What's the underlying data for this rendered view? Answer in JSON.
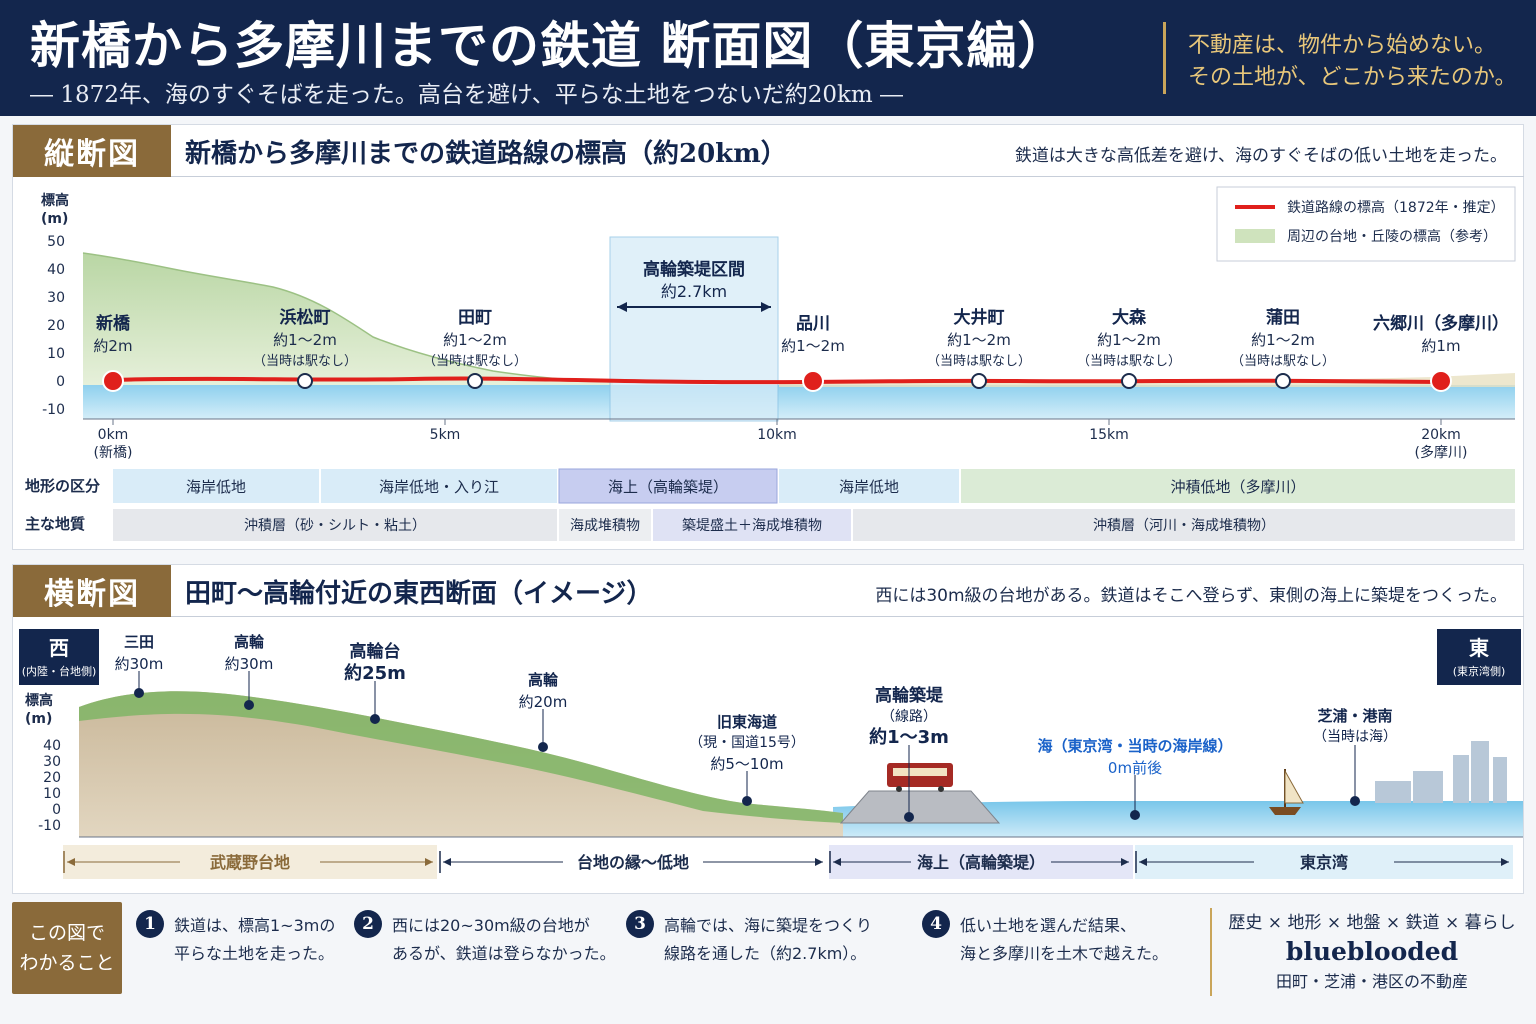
{
  "header": {
    "title": "新橋から多摩川までの鉄道 断面図（東京編）",
    "subtitle": "― 1872年、海のすぐそばを走った。高台を避け、平らな土地をつないだ約20km ―",
    "slogan_1": "不動産は、物件から始めない。",
    "slogan_2": "その土地が、どこから来たのか。"
  },
  "profile": {
    "tag": "縦断図",
    "title": "新橋から多摩川までの鉄道路線の標高（約20km）",
    "note": "鉄道は大きな高低差を避け、海のすぐそばの低い土地を走った。",
    "y_axis_label_1": "標高",
    "y_axis_label_2": "(m)",
    "y_ticks": [
      "50",
      "40",
      "30",
      "20",
      "10",
      "0",
      "-10"
    ],
    "x_ticks": [
      {
        "label": "0km",
        "sub": "(新橋)",
        "km": 0
      },
      {
        "label": "5km",
        "sub": "",
        "km": 5
      },
      {
        "label": "10km",
        "sub": "",
        "km": 10
      },
      {
        "label": "15km",
        "sub": "",
        "km": 15
      },
      {
        "label": "20km",
        "sub": "(多摩川)",
        "km": 20
      }
    ],
    "legend": {
      "line": "鉄道路線の標高（1872年・推定）",
      "area": "周辺の台地・丘陵の標高（参考）"
    },
    "embankment": {
      "title": "高輪築堤区間",
      "length": "約2.7km"
    },
    "stations": [
      {
        "name": "新橋",
        "elev": "約2m",
        "note": "",
        "major": true
      },
      {
        "name": "浜松町",
        "elev": "約1～2m",
        "note": "（当時は駅なし）",
        "major": false
      },
      {
        "name": "田町",
        "elev": "約1～2m",
        "note": "（当時は駅なし）",
        "major": false
      },
      {
        "name": "品川",
        "elev": "約1～2m",
        "note": "",
        "major": true
      },
      {
        "name": "大井町",
        "elev": "約1～2m",
        "note": "（当時は駅なし）",
        "major": false
      },
      {
        "name": "大森",
        "elev": "約1～2m",
        "note": "（当時は駅なし）",
        "major": false
      },
      {
        "name": "蒲田",
        "elev": "約1～2m",
        "note": "（当時は駅なし）",
        "major": false
      },
      {
        "name": "六郷川（多摩川）",
        "elev": "約1m",
        "note": "",
        "major": true
      }
    ],
    "terrain_label": "地形の区分",
    "terrain": [
      "海岸低地",
      "海岸低地・入り江",
      "海上（高輪築堤）",
      "海岸低地",
      "沖積低地（多摩川）"
    ],
    "geology_label": "主な地質",
    "geology": [
      "沖積層（砂・シルト・粘土）",
      "海成堆積物",
      "築堤盛土＋海成堆積物",
      "沖積層（河川・海成堆積物）"
    ]
  },
  "cross": {
    "tag": "横断図",
    "title": "田町～高輪付近の東西断面（イメージ）",
    "note": "西には30m級の台地がある。鉄道はそこへ登らず、東側の海上に築堤をつくった。",
    "west": "西",
    "west_sub": "(内陸・台地側)",
    "east": "東",
    "east_sub": "(東京湾側)",
    "y_axis_label_1": "標高",
    "y_axis_label_2": "(m)",
    "y_ticks": [
      "40",
      "30",
      "20",
      "10",
      "0",
      "-10"
    ],
    "points": [
      {
        "name": "三田",
        "elev": "約30m"
      },
      {
        "name": "高輪",
        "elev": "約30m"
      },
      {
        "name": "高輪台",
        "elev": "約25m"
      },
      {
        "name": "高輪",
        "elev": "約20m"
      },
      {
        "name": "旧東海道",
        "sub": "（現・国道15号）",
        "elev": "約5～10m"
      },
      {
        "name": "高輪築堤",
        "sub": "（線路）",
        "elev": "約1～3m"
      },
      {
        "name": "海（東京湾・当時の海岸線）",
        "elev": "0m前後"
      },
      {
        "name": "芝浦・港南",
        "sub": "（当時は海）"
      }
    ],
    "zones": [
      "武蔵野台地",
      "台地の縁～低地",
      "海上（高輪築堤）",
      "東京湾"
    ]
  },
  "footer": {
    "tag_1": "この図で",
    "tag_2": "わかること",
    "items": [
      {
        "num": "1",
        "line1": "鉄道は、標高1~3mの",
        "line2": "平らな土地を走った。"
      },
      {
        "num": "2",
        "line1": "西には20~30m級の台地が",
        "line2": "あるが、鉄道は登らなかった。"
      },
      {
        "num": "3",
        "line1": "高輪では、海に築堤をつくり",
        "line2": "線路を通した（約2.7km）。"
      },
      {
        "num": "4",
        "line1": "低い土地を選んだ結果、",
        "line2": "海と多摩川を土木で越えた。"
      }
    ],
    "brand_top": "歴史 × 地形 × 地盤 × 鉄道 × 暮らし",
    "brand_name": "blueblooded",
    "brand_bottom": "田町・芝浦・港区の不動産"
  },
  "colors": {
    "navy": "#13264d",
    "gold": "#c9a55a",
    "rail_red": "#e0201c",
    "sea": "#bfe4f5",
    "hill_green": "#cfe3bd"
  }
}
